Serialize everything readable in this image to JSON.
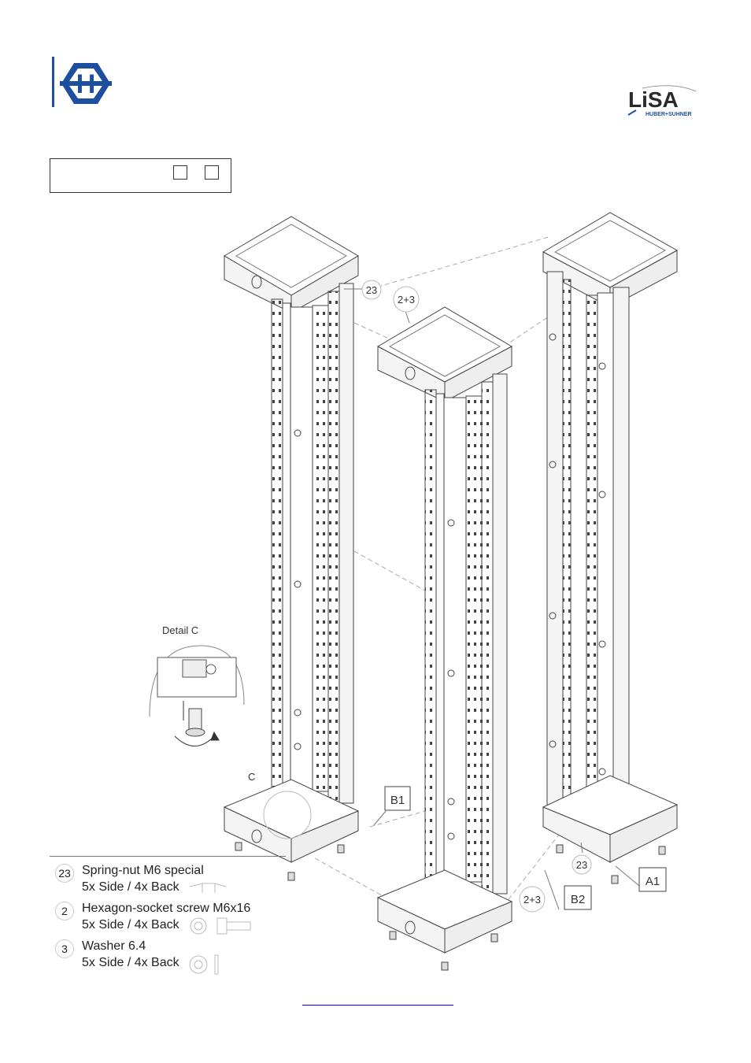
{
  "brand": {
    "left_logo_letter": "H",
    "right_logo_text": "LiSA",
    "right_logo_subtext": "HUBER+SUHNER",
    "primary_color": "#1e4f9e"
  },
  "drawing": {
    "detail_title": "Detail C",
    "detail_marker": "C",
    "callouts": {
      "c23_top": "23",
      "c2p3_top": "2+3",
      "c23_bottom": "23",
      "c2p3_bottom": "2+3"
    },
    "frame_labels": {
      "b1": "B1",
      "b2": "B2",
      "a1": "A1"
    }
  },
  "parts": [
    {
      "num": "23",
      "name": "Spring-nut M6 special",
      "qty": "5x Side / 4x Back",
      "icon": "spring-nut-icon"
    },
    {
      "num": "2",
      "name": "Hexagon-socket screw M6x16",
      "qty": "5x Side / 4x Back",
      "icon": "screw-icon"
    },
    {
      "num": "3",
      "name": "Washer 6.4",
      "qty": "5x Side / 4x Back",
      "icon": "washer-icon"
    }
  ]
}
